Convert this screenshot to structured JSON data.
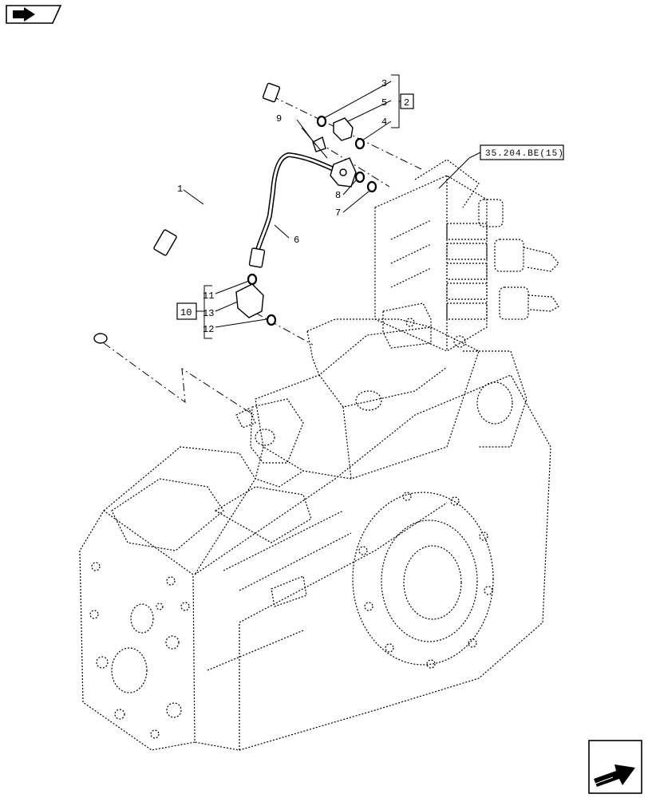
{
  "icons": {
    "top_left": "book-arrow-icon",
    "bottom_right": "next-page-arrow-icon"
  },
  "callouts": {
    "p1": "1",
    "p2": "2",
    "p3": "3",
    "p4": "4",
    "p5": "5",
    "p6": "6",
    "p7": "7",
    "p8": "8",
    "p9": "9",
    "p10": "10",
    "p11": "11",
    "p12": "12",
    "p13": "13"
  },
  "reference": "35.204.BE(15)"
}
